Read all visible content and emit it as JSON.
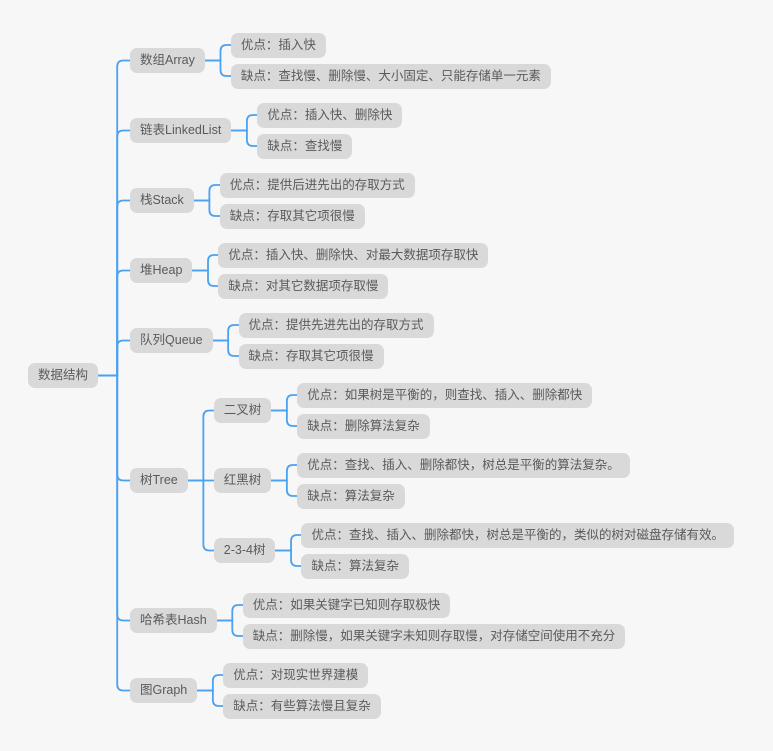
{
  "theme": {
    "background": "#f7f7f7",
    "node_background": "#d9d9d9",
    "node_text_color": "#5a5a5a",
    "connector_color": "#4aa2f0"
  },
  "mindmap": {
    "label": "数据结构",
    "children": [
      {
        "label": "数组Array",
        "children": [
          {
            "label": "优点：插入快"
          },
          {
            "label": "缺点：查找慢、删除慢、大小固定、只能存储单一元素"
          }
        ]
      },
      {
        "label": "链表LinkedList",
        "children": [
          {
            "label": "优点：插入快、删除快"
          },
          {
            "label": "缺点：查找慢"
          }
        ]
      },
      {
        "label": "栈Stack",
        "children": [
          {
            "label": "优点：提供后进先出的存取方式"
          },
          {
            "label": "缺点：存取其它项很慢"
          }
        ]
      },
      {
        "label": "堆Heap",
        "children": [
          {
            "label": "优点：插入快、删除快、对最大数据项存取快"
          },
          {
            "label": "缺点：对其它数据项存取慢"
          }
        ]
      },
      {
        "label": "队列Queue",
        "children": [
          {
            "label": "优点：提供先进先出的存取方式"
          },
          {
            "label": "缺点：存取其它项很慢"
          }
        ]
      },
      {
        "label": "树Tree",
        "children": [
          {
            "label": "二叉树",
            "children": [
              {
                "label": "优点：如果树是平衡的，则查找、插入、删除都快"
              },
              {
                "label": "缺点：删除算法复杂"
              }
            ]
          },
          {
            "label": "红黑树",
            "children": [
              {
                "label": "优点：查找、插入、删除都快，树总是平衡的算法复杂。"
              },
              {
                "label": "缺点：算法复杂"
              }
            ]
          },
          {
            "label": "2-3-4树",
            "children": [
              {
                "label": "优点：查找、插入、删除都快，树总是平衡的，类似的树对磁盘存储有效。"
              },
              {
                "label": "缺点：算法复杂"
              }
            ]
          }
        ]
      },
      {
        "label": "哈希表Hash",
        "children": [
          {
            "label": "优点：如果关键字已知则存取极快"
          },
          {
            "label": "缺点：删除慢，如果关键字未知则存取慢，对存储空间使用不充分"
          }
        ]
      },
      {
        "label": "图Graph",
        "children": [
          {
            "label": "优点：对现实世界建模"
          },
          {
            "label": "缺点：有些算法慢且复杂"
          }
        ]
      }
    ]
  }
}
